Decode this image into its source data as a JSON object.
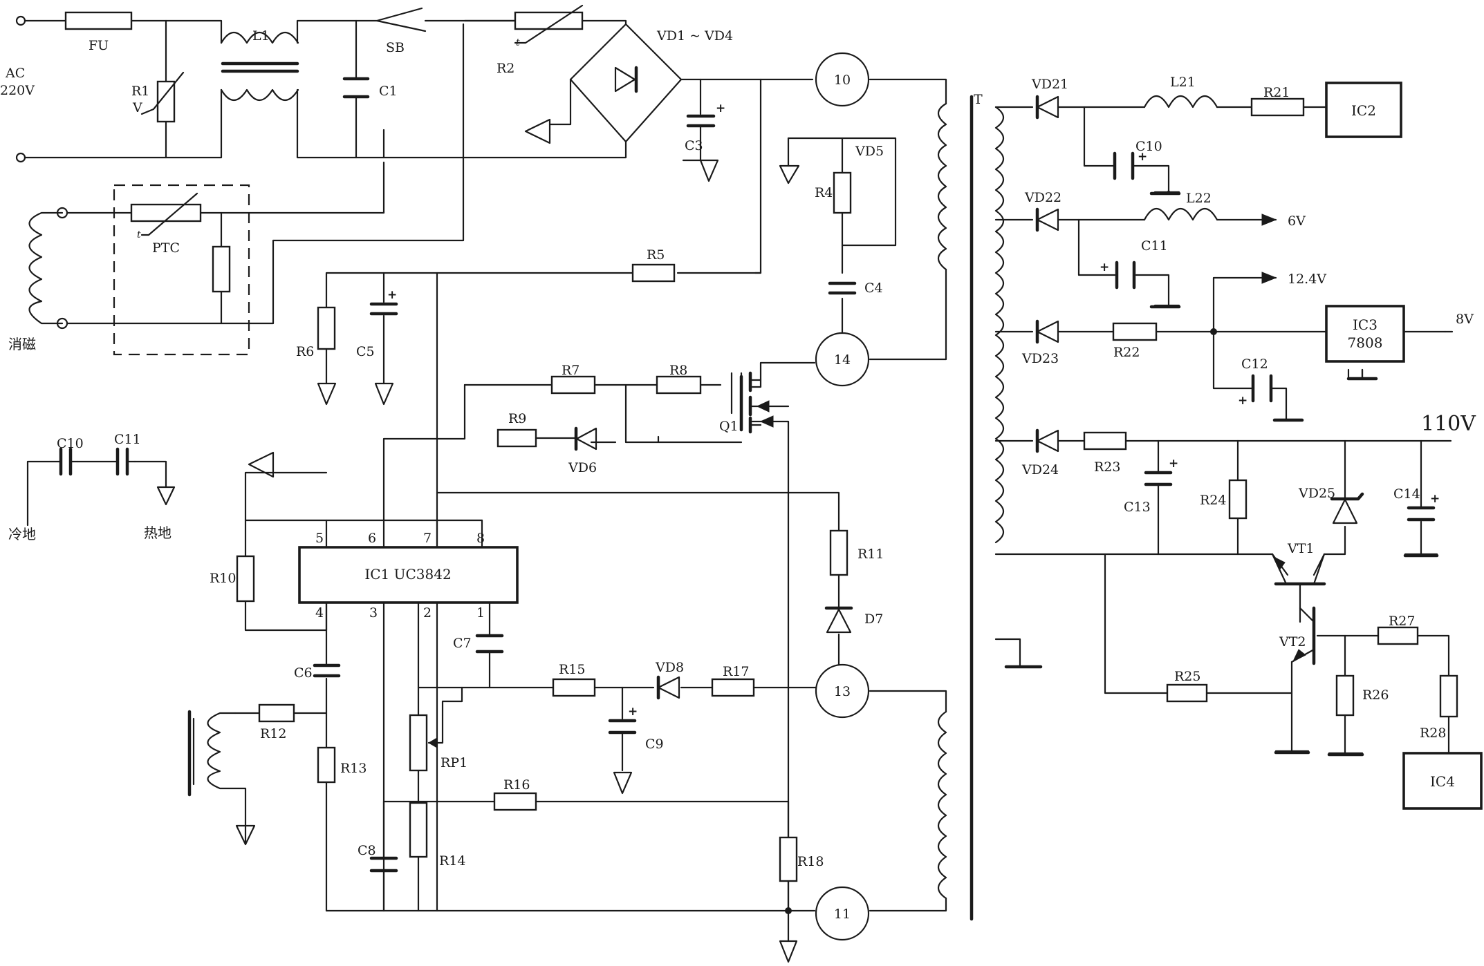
{
  "colors": {
    "ink": "#1a1a1a",
    "paper": "#ffffff"
  },
  "inputs": {
    "ac": "AC",
    "mains": "220V",
    "degauss": "消磁",
    "cold_ground": "冷地",
    "hot_ground": "热地"
  },
  "components": {
    "FU": "FU",
    "L1": "L1",
    "R1": "R1",
    "R1_type": "V",
    "C1": "C1",
    "SB": "SB",
    "R2": "R2",
    "bridge": "VD1 ~ VD4",
    "C3": "C3",
    "PTC": "PTC",
    "thermal": "t",
    "R4": "R4",
    "VD5": "VD5",
    "C4": "C4",
    "R5": "R5",
    "R6": "R6",
    "C5": "C5",
    "R7": "R7",
    "R8": "R8",
    "R9": "R9",
    "VD6": "VD6",
    "Q1": "Q1",
    "C10": "C10",
    "C11": "C11",
    "R10": "R10",
    "IC1": "IC1  UC3842",
    "R11": "R11",
    "D7": "D7",
    "C7": "C7",
    "C6": "C6",
    "R12": "R12",
    "R13": "R13",
    "RP1": "RP1",
    "R15": "R15",
    "VD8": "VD8",
    "R17": "R17",
    "C9": "C9",
    "R16": "R16",
    "C8": "C8",
    "R14": "R14",
    "R18": "R18",
    "T": "T",
    "VD21": "VD21",
    "L21": "L21",
    "R21": "R21",
    "IC2": "IC2",
    "C10_out": "C10",
    "VD22": "VD22",
    "L22": "L22",
    "C11_out": "C11",
    "VD23": "VD23",
    "R22": "R22",
    "C12": "C12",
    "IC3_name": "IC3",
    "IC3_part": "7808",
    "VD24": "VD24",
    "R23": "R23",
    "C13": "C13",
    "R24": "R24",
    "VD25": "VD25",
    "C14": "C14",
    "VT1": "VT1",
    "VT2": "VT2",
    "R25": "R25",
    "R26": "R26",
    "R27": "R27",
    "R28": "R28",
    "IC4": "IC4"
  },
  "ic1_pins": [
    "5",
    "6",
    "7",
    "8",
    "4",
    "3",
    "2",
    "1"
  ],
  "transformer_pins": [
    "10",
    "14",
    "13",
    "11"
  ],
  "outputs": {
    "v6": "6V",
    "v12_4": "12.4V",
    "v8": "8V",
    "v110": "110V"
  },
  "polarity": "+"
}
